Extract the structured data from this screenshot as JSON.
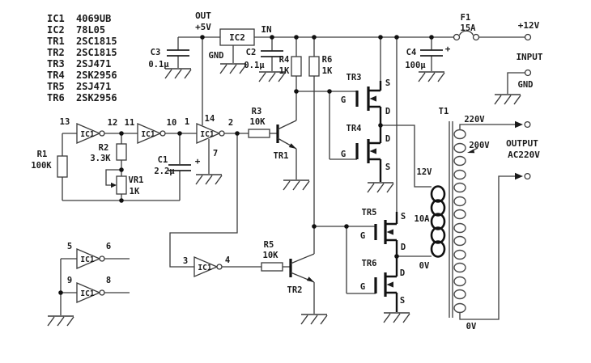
{
  "parts_list": [
    {
      "ref": "IC1",
      "part": "4069UB"
    },
    {
      "ref": "IC2",
      "part": "78L05"
    },
    {
      "ref": "TR1",
      "part": "2SC1815"
    },
    {
      "ref": "TR2",
      "part": "2SC1815"
    },
    {
      "ref": "TR3",
      "part": "2SJ471"
    },
    {
      "ref": "TR4",
      "part": "2SK2956"
    },
    {
      "ref": "TR5",
      "part": "2SJ471"
    },
    {
      "ref": "TR6",
      "part": "2SK2956"
    }
  ],
  "regulator": {
    "out": "OUT",
    "v5": "+5V",
    "name": "IC2",
    "gnd": "GND",
    "in": "IN"
  },
  "capacitors": {
    "c3": {
      "name": "C3",
      "value": "0.1μ"
    },
    "c2": {
      "name": "C2",
      "value": "0.1μ"
    },
    "c1": {
      "name": "C1",
      "value": "2.2μ",
      "plus": "+"
    },
    "c4": {
      "name": "C4",
      "value": "100μ",
      "plus": "+"
    }
  },
  "resistors": {
    "r1": {
      "name": "R1",
      "value": "100K"
    },
    "r2": {
      "name": "R2",
      "value": "3.3K"
    },
    "vr1": {
      "name": "VR1",
      "value": "1K"
    },
    "r3": {
      "name": "R3",
      "value": "10K"
    },
    "r4": {
      "name": "R4",
      "value": "1K"
    },
    "r5": {
      "name": "R5",
      "value": "10K"
    },
    "r6": {
      "name": "R6",
      "value": "1K"
    }
  },
  "ic1_gate_label": "IC1",
  "ic1_pins": {
    "p13": "13",
    "p12": "12",
    "p11": "11",
    "p10": "10",
    "p1": "1",
    "p2": "2",
    "p14": "14",
    "p7": "7",
    "p3": "3",
    "p4": "4",
    "p5": "5",
    "p6": "6",
    "p9": "9",
    "p8": "8"
  },
  "transistors": {
    "tr1": "TR1",
    "tr2": "TR2",
    "tr3": {
      "name": "TR3",
      "g": "G",
      "s": "S",
      "d": "D"
    },
    "tr4": {
      "name": "TR4",
      "g": "G",
      "s": "S",
      "d": "D"
    },
    "tr5": {
      "name": "TR5",
      "g": "G",
      "s": "S",
      "d": "D"
    },
    "tr6": {
      "name": "TR6",
      "g": "G",
      "s": "S",
      "d": "D"
    }
  },
  "fuse": {
    "name": "F1",
    "value": "15A"
  },
  "supply": {
    "v12": "+12V",
    "input": "INPUT",
    "gnd": "GND"
  },
  "transformer": {
    "name": "T1",
    "primary": {
      "top": "12V",
      "current": "10A",
      "bottom": "0V"
    },
    "secondary": {
      "top": "220V",
      "tap": "200V",
      "bottom": "0V"
    },
    "output_line1": "OUTPUT",
    "output_line2": "AC220V"
  }
}
